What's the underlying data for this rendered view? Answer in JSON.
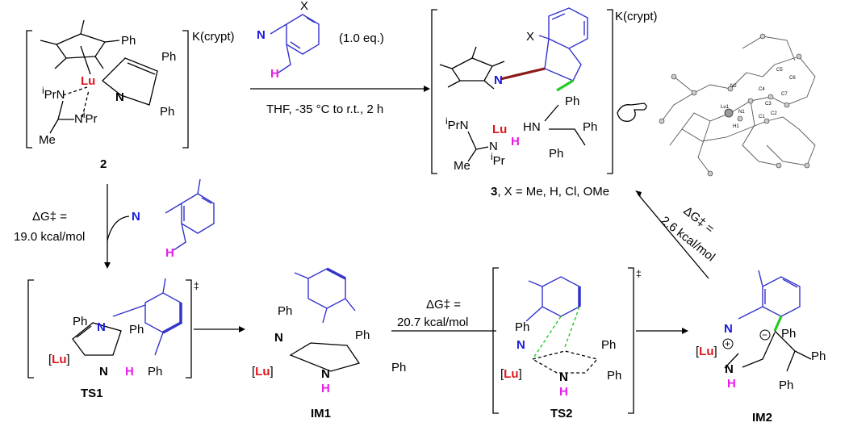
{
  "compound2": {
    "cation": "K(crypt)",
    "metal": "Lu",
    "ph1": "Ph",
    "ph2": "Ph",
    "ph3": "Ph",
    "n": "N",
    "iprn": "iPrN",
    "nipr": "NiPr",
    "iprn_sup": "i",
    "iprn_rest": "PrN",
    "nipr_n": "N",
    "nipr_sup": "i",
    "nipr_rest": "Pr",
    "me": "Me",
    "label": "2"
  },
  "reagent": {
    "x": "X",
    "n": "N",
    "h": "H",
    "equiv": "(1.0 eq.)"
  },
  "conditions": "THF, -35 °C to r.t., 2 h",
  "compound3": {
    "cation": "K(crypt)",
    "x": "X",
    "n_imine": "N",
    "metal": "Lu",
    "h": "H",
    "hn": "HN",
    "ph1": "Ph",
    "ph2": "Ph",
    "ph3": "Ph",
    "iprn_sup": "i",
    "iprn_rest": "PrN",
    "nipr_n": "N",
    "nipr_sup": "i",
    "nipr_rest": "Pr",
    "me": "Me",
    "label_num": "3",
    "label_rest": ", X = Me, H, Cl, OMe"
  },
  "crystal": {
    "atoms": [
      "N2",
      "C5",
      "C6",
      "C4",
      "C7",
      "C3",
      "C2",
      "C1",
      "Lu1",
      "N1",
      "H1"
    ]
  },
  "step1": {
    "dg": "ΔG‡ =",
    "value": "19.0 kcal/mol",
    "reagent_n": "N",
    "reagent_h": "H"
  },
  "ts1": {
    "n": "N",
    "ph1": "Ph",
    "ph2": "Ph",
    "ph3": "Ph",
    "lu_open": "[",
    "lu": "Lu",
    "lu_close": "]",
    "nh_n": "N",
    "nh_h": "H",
    "dagger": "‡",
    "label": "TS1"
  },
  "im1": {
    "ph1": "Ph",
    "ph2": "Ph",
    "ph3": "Ph",
    "n": "N",
    "lu_open": "[",
    "lu": "Lu",
    "lu_close": "]",
    "nh_n": "N",
    "nh_h": "H",
    "label": "IM1"
  },
  "step2": {
    "dg": "ΔG‡ =",
    "value": "20.7 kcal/mol"
  },
  "ts2": {
    "ph1": "Ph",
    "ph2": "Ph",
    "ph3": "Ph",
    "n": "N",
    "lu_open": "[",
    "lu": "Lu",
    "lu_close": "]",
    "nh_n": "N",
    "nh_h": "H",
    "dagger": "‡",
    "label": "TS2"
  },
  "im2": {
    "n": "N",
    "lu_open": "[",
    "lu": "Lu",
    "lu_close": "]",
    "plus": "+",
    "minus": "−",
    "ph1": "Ph",
    "ph2": "Ph",
    "ph3": "Ph",
    "nh_n": "N",
    "nh_h": "H",
    "label": "IM2"
  },
  "step3": {
    "dg": "ΔG‡ =",
    "value": "2.6 kcal/mol"
  }
}
